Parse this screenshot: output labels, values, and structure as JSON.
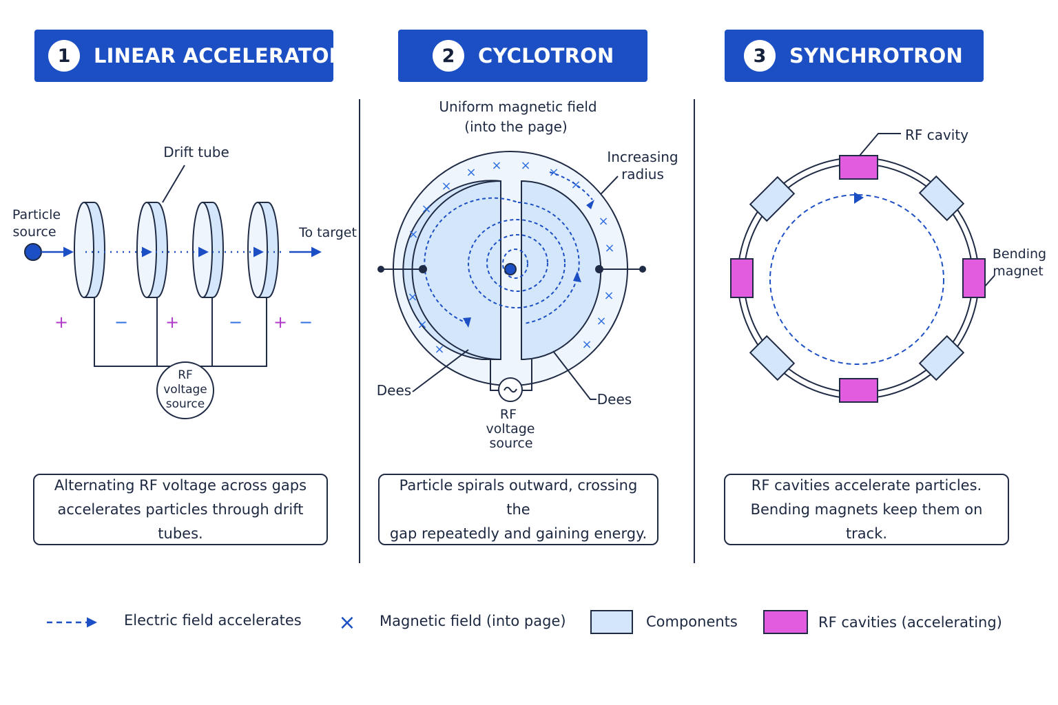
{
  "panels": [
    {
      "number": "1",
      "title": "LINEAR ACCELERATOR",
      "caption_line1": "Alternating RF voltage across gaps",
      "caption_line2": "accelerates particles through drift tubes."
    },
    {
      "number": "2",
      "title": "CYCLOTRON",
      "caption_line1": "Particle spirals outward, crossing the",
      "caption_line2": "gap repeatedly and gaining energy."
    },
    {
      "number": "3",
      "title": "SYNCHROTRON",
      "caption_line1": "RF cavities accelerate particles.",
      "caption_line2": "Bending magnets keep them on track."
    }
  ],
  "linac": {
    "drift_tube": "Drift tube",
    "particle_source_1": "Particle",
    "particle_source_2": "source",
    "to_target": "To target",
    "rf_1": "RF",
    "rf_2": "voltage",
    "rf_3": "source",
    "polarities": [
      "+",
      "−",
      "+",
      "−",
      "+",
      "−"
    ]
  },
  "cyclotron": {
    "field_1": "Uniform magnetic field",
    "field_2": "(into the page)",
    "radius_1": "Increasing",
    "radius_2": "radius",
    "dees_left": "Dees",
    "dees_right": "Dees",
    "rf_1": "RF",
    "rf_2": "voltage",
    "rf_3": "source",
    "field_mark": "×"
  },
  "synchrotron": {
    "rf_cavity": "RF cavity",
    "bending_1": "Bending",
    "bending_2": "magnet"
  },
  "legend": {
    "electric": "Electric field accelerates",
    "magnetic": "Magnetic field (into page)",
    "magnetic_symbol": "×",
    "components": "Components",
    "rf_cavities": "RF cavities (accelerating)"
  },
  "colors": {
    "header_bg": "#1d4fc4",
    "component_fill": "#d4e6f9",
    "rf_cavity_fill": "#e25ce0",
    "beam_blue": "#1d4fc4",
    "plus_color": "#b03ac8",
    "minus_color": "#2f6fe0"
  }
}
